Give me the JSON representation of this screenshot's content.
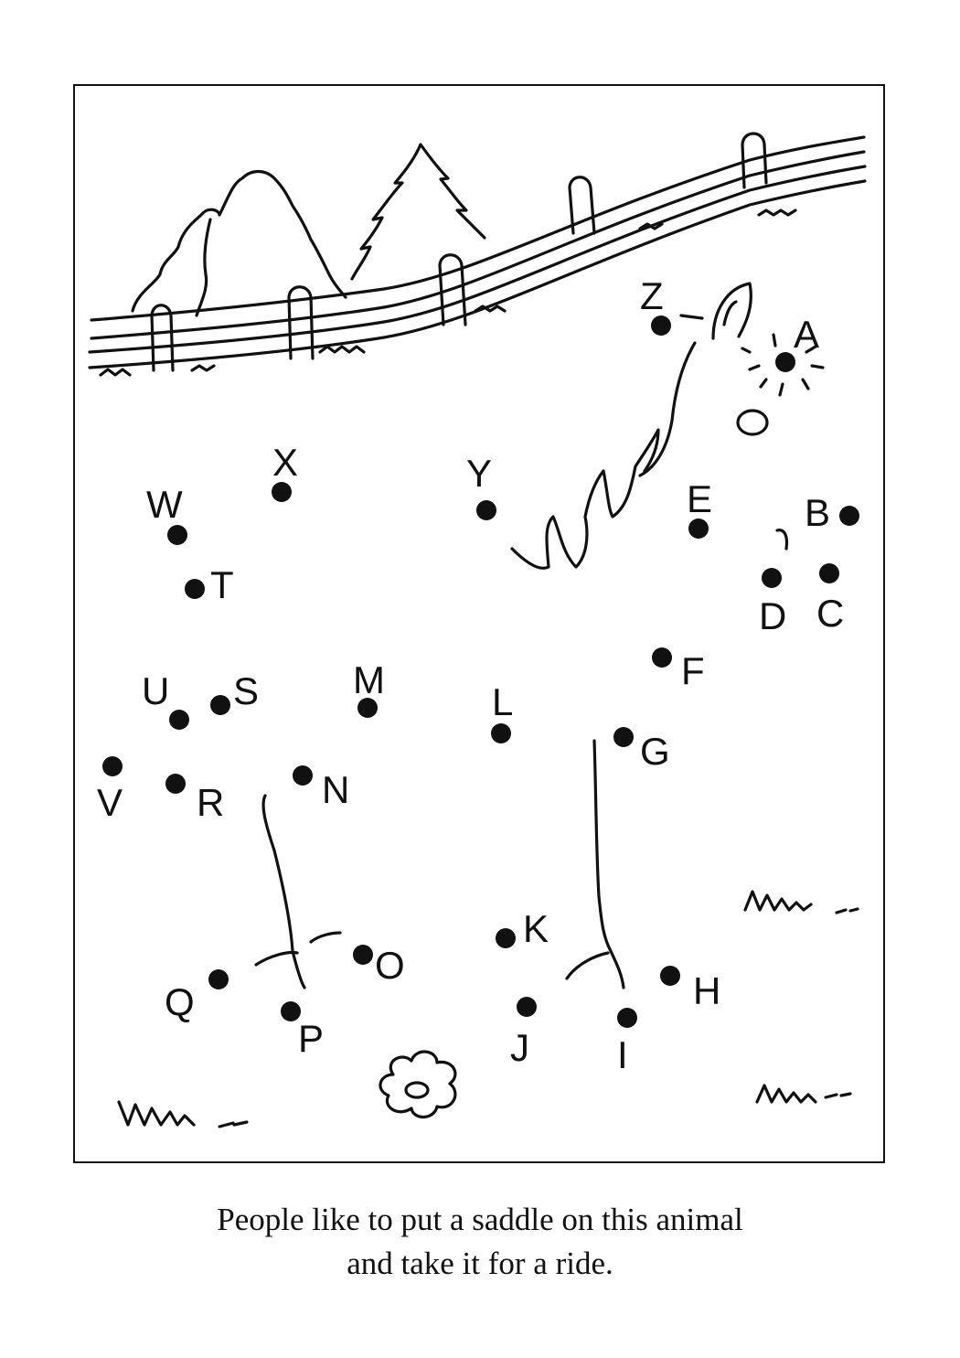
{
  "caption": {
    "line1": "People like to put a saddle on this animal",
    "line2": "and take it for a ride."
  },
  "dots": [
    {
      "letter": "A"
    },
    {
      "letter": "B"
    },
    {
      "letter": "C"
    },
    {
      "letter": "D"
    },
    {
      "letter": "E"
    },
    {
      "letter": "F"
    },
    {
      "letter": "G"
    },
    {
      "letter": "H"
    },
    {
      "letter": "I"
    },
    {
      "letter": "J"
    },
    {
      "letter": "K"
    },
    {
      "letter": "L"
    },
    {
      "letter": "M"
    },
    {
      "letter": "N"
    },
    {
      "letter": "O"
    },
    {
      "letter": "P"
    },
    {
      "letter": "Q"
    },
    {
      "letter": "R"
    },
    {
      "letter": "S"
    },
    {
      "letter": "T"
    },
    {
      "letter": "U"
    },
    {
      "letter": "V"
    },
    {
      "letter": "W"
    },
    {
      "letter": "X"
    },
    {
      "letter": "Y"
    },
    {
      "letter": "Z"
    }
  ],
  "colors": {
    "ink": "#111111",
    "paper": "#ffffff"
  }
}
